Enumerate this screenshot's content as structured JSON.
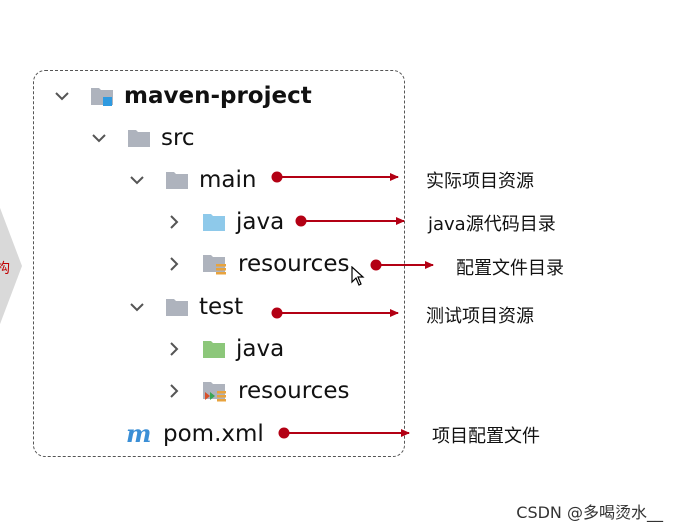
{
  "left_tab": {
    "text": "构"
  },
  "tree": {
    "root": "maven-project",
    "src": "src",
    "main": "main",
    "main_java": "java",
    "main_resources": "resources",
    "test": "test",
    "test_java": "java",
    "test_resources": "resources",
    "pom": "pom.xml"
  },
  "annotations": {
    "main": "实际项目资源",
    "main_java": "java源代码目录",
    "main_resources": "配置文件目录",
    "test": "测试项目资源",
    "pom": "项目配置文件"
  },
  "watermark": "CSDN @多喝烫水__",
  "colors": {
    "arrow": "#b30014",
    "folder": "#aeb3bd",
    "source_folder": "#8ec9ea",
    "test_folder": "#8cc77a",
    "maven": "#3b8fd6"
  }
}
